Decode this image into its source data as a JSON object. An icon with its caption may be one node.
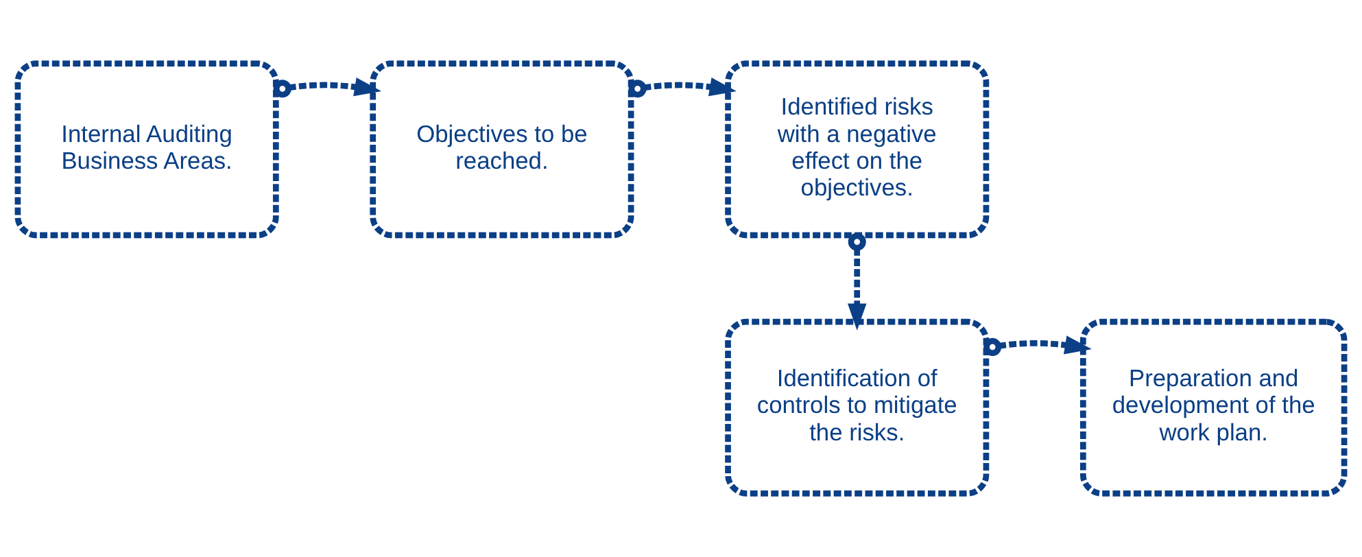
{
  "diagram": {
    "nodes": [
      {
        "text": [
          "Internal Auditing Business Areas."
        ]
      },
      {
        "text": [
          "Objectives to be reached."
        ]
      },
      {
        "text": [
          "Identified risks with a negative effect on the objectives."
        ]
      },
      {
        "text": [
          "Identification of controls to mitigate the risks."
        ]
      },
      {
        "text": [
          "Preparation and development of the work plan."
        ]
      }
    ],
    "edges": [
      {
        "from": 0,
        "to": 1,
        "arrow": "to",
        "style": "dashed"
      },
      {
        "from": 1,
        "to": 2,
        "arrow": "to",
        "style": "dashed"
      },
      {
        "from": 2,
        "to": 3,
        "arrow": "to",
        "style": "dashed"
      },
      {
        "from": 3,
        "to": 4,
        "arrow": "to",
        "style": "dashed"
      }
    ]
  }
}
